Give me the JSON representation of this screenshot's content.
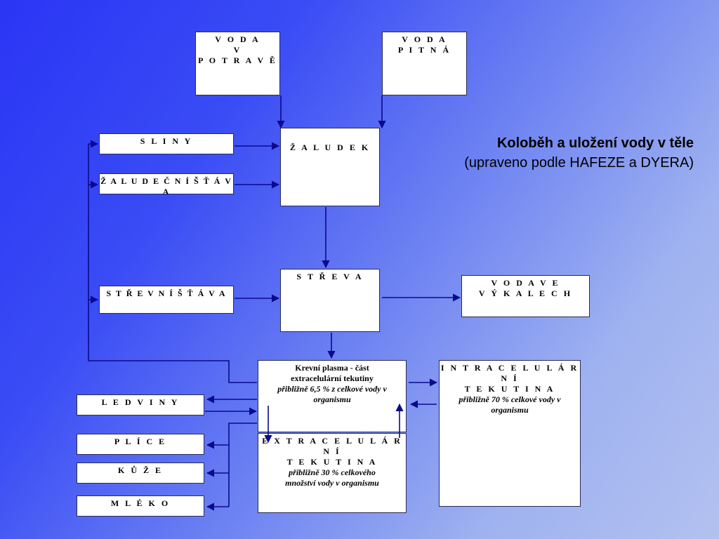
{
  "title": {
    "main": "Koloběh a uložení vody v těle",
    "sub": "(upraveno podle HAFEZE a DYERA)"
  },
  "boxes": {
    "voda_v_potrave": "V O D A\nV\nP O T R A V Ě",
    "voda_pitna": "V O D A\nP I T N Á",
    "sliny": "S L I N Y",
    "zaludek": "Ž A L U D E K",
    "zaludecni_stava": "Ž A L U D E Č N Í   Š Ť Á V A",
    "streva": "S T Ř E V A",
    "strevni_stava": "S T Ř E V N Í   Š Ť Á V A",
    "voda_ve_vykalech": "V O D A    V E\nV Ý K A L E C H",
    "krevni_plasma": {
      "title": "Krevní plasma - část\nextracelulární tekutiny",
      "detail": "přibližně 6,5 % z celkové vody v\norganismu"
    },
    "intracelularni": {
      "title": "I N T R A C E L U L Á R N Í\nT E K U T I N A",
      "detail": "přibližně 70 %  celkové vody  v\norganismu"
    },
    "extracelularni": {
      "title": "E X T R A C E L U L Á R N Í\nT E K U T I N A",
      "detail": "přibližně  30 %  celkového\nmnožství vody v organismu"
    },
    "ledviny": "L E D V I N Y",
    "plice": "P L Í C E",
    "kuze": "K Ů Ž E",
    "mleko": "M L É K O"
  },
  "colors": {
    "arrow": "#0a0a8c",
    "background_start": "#2a35f5",
    "background_end": "#b3c1f0"
  }
}
